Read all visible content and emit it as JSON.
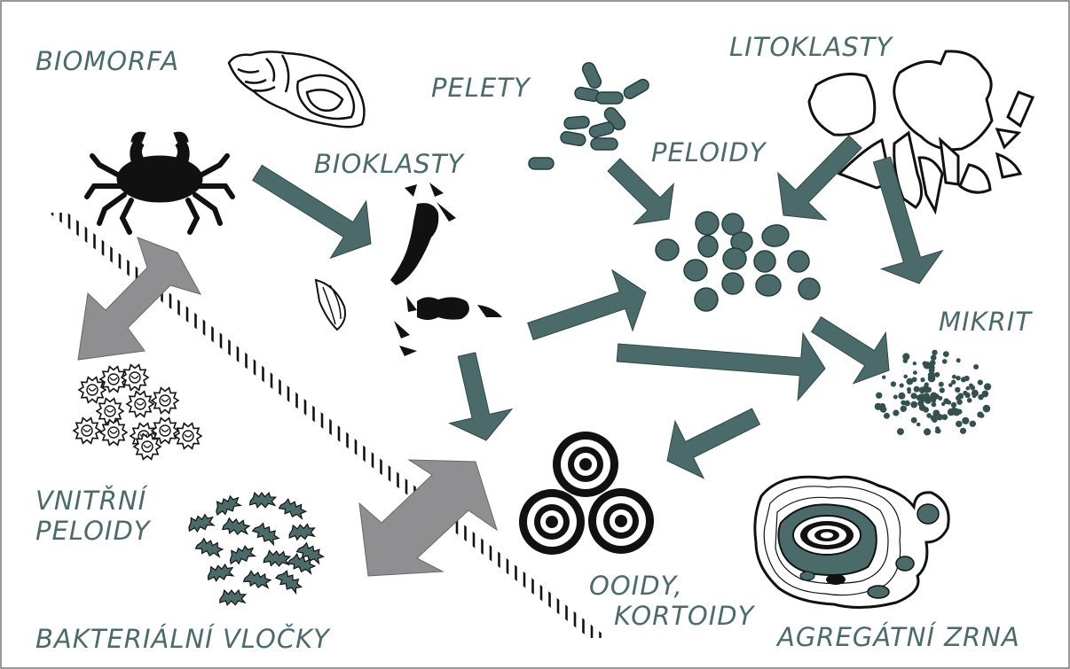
{
  "colors": {
    "teal": "#4a6b6a",
    "gray": "#8f8f91",
    "black": "#111111",
    "frame": "#777777"
  },
  "labels": {
    "biomorfa": "BIOMORFA",
    "pelety": "PELETY",
    "litoklasty": "LITOKLASTY",
    "bioklasty": "BIOKLASTY",
    "peloidy": "PELOIDY",
    "mikrit": "MIKRIT",
    "vnitrni_peloidy": [
      "VNITŘNÍ",
      "PELOIDY"
    ],
    "ooidy_kortoidy": [
      "OOIDY,",
      "KORTOIDY"
    ],
    "bakterialni_vlocky": "BAKTERIÁLNÍ VLOČKY",
    "agregatni_zrna": "AGREGÁTNÍ ZRNA"
  },
  "icons": [
    "shell-icon",
    "crab-icon",
    "bioclast-fragments-icon",
    "pellets-icon",
    "peloids-icon",
    "lithoclasts-icon",
    "micrite-dots-icon",
    "ooids-icon",
    "aggregate-grain-icon",
    "internal-peloids-icon",
    "bacterial-flakes-icon",
    "hatched-band-icon"
  ]
}
